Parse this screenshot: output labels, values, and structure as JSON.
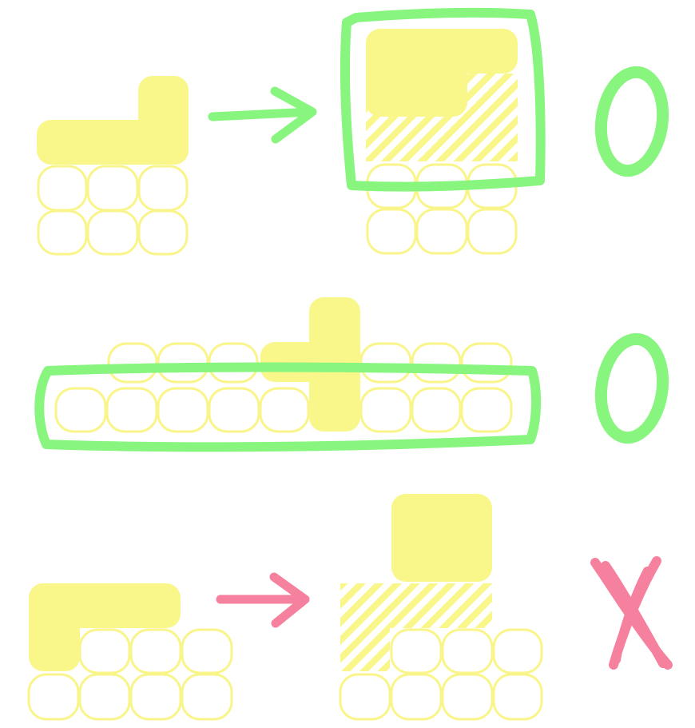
{
  "colors": {
    "piece": "#f9f78a",
    "cell_outline": "#f9f58a",
    "valid": "#88f57f",
    "invalid": "#f5819f",
    "background": "#ffffff"
  },
  "rows": [
    {
      "id": "row-1",
      "mark": "O",
      "mark_meaning": "valid",
      "has_arrow": true,
      "arrow_color": "green"
    },
    {
      "id": "row-2",
      "mark": "O",
      "mark_meaning": "valid",
      "has_arrow": false
    },
    {
      "id": "row-3",
      "mark": "X",
      "mark_meaning": "invalid",
      "has_arrow": true,
      "arrow_color": "pink"
    }
  ],
  "icons": {
    "circle_mark": "circle-o-icon",
    "cross_mark": "cross-x-icon",
    "arrow": "right-arrow-icon"
  }
}
